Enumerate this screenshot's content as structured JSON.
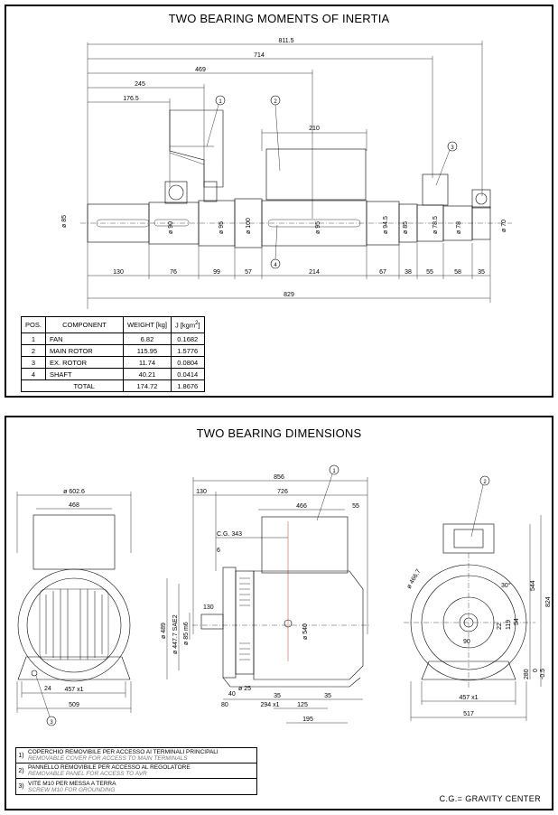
{
  "top_panel": {
    "title": "TWO BEARING MOMENTS OF INERTIA",
    "top_dims": [
      "811.5",
      "714",
      "469",
      "245",
      "176.5",
      "210"
    ],
    "diameters": [
      "ø 85",
      "ø 90",
      "ø 95",
      "ø 100",
      "ø 95",
      "ø 94.5",
      "ø 85",
      "ø 78.5",
      "ø 78",
      "ø 70"
    ],
    "bottom_dims": [
      "130",
      "76",
      "99",
      "57",
      "214",
      "67",
      "38",
      "55",
      "58",
      "35"
    ],
    "overall_length": "829",
    "callouts": [
      "1",
      "2",
      "3",
      "4"
    ],
    "table": {
      "headers": [
        "POS.",
        "COMPONENT",
        "WEIGHT [kg]",
        "J [kgm",
        "2",
        "]"
      ],
      "rows": [
        {
          "pos": "1",
          "component": "FAN",
          "weight": "6.82",
          "j": "0.1682"
        },
        {
          "pos": "2",
          "component": "MAIN ROTOR",
          "weight": "115.95",
          "j": "1.5776"
        },
        {
          "pos": "3",
          "component": "EX. ROTOR",
          "weight": "11.74",
          "j": "0.0804"
        },
        {
          "pos": "4",
          "component": "SHAFT",
          "weight": "40.21",
          "j": "0.0414"
        }
      ],
      "total": {
        "label": "TOTAL",
        "weight": "174.72",
        "j": "1.8676"
      }
    }
  },
  "bottom_panel": {
    "title": "TWO BEARING DIMENSIONS",
    "left_view": {
      "dia": "ø 602.6",
      "width_top": "468",
      "foot": "24",
      "holes": "457 x1",
      "base": "509"
    },
    "middle_view": {
      "top": [
        "856",
        "130",
        "726",
        "466",
        "55"
      ],
      "cg": "C.G. 343",
      "side": [
        "6",
        "130",
        "ø 489",
        "ø 447.7 SAE2",
        "ø 85 m6",
        "ø 540"
      ],
      "bottom": [
        "80",
        "ø 25",
        "294 x1",
        "35",
        "35",
        "125",
        "195",
        "40"
      ]
    },
    "right_view": {
      "dims": [
        "ø 466.7",
        "30°",
        "544",
        "824",
        "54",
        "22",
        "119",
        "90",
        "280",
        "0",
        "-0.5"
      ],
      "holes": "457 x1",
      "base": "517"
    },
    "callouts": [
      "1",
      "2",
      "3"
    ],
    "notes": [
      {
        "num": "1)",
        "it": "COPERCHIO REMOVIBILE PER ACCESSO AI TERMINALI PRINCIPALI",
        "en": "REMOVABLE COVER  FOR ACCESS TO MAIN TERMINALS"
      },
      {
        "num": "2)",
        "it": "PANNELLO REMOVIBILE PER ACCESSO AL REGOLATORE",
        "en": "REMOVABLE PANEL FOR ACCESS TO AVR"
      },
      {
        "num": "3)",
        "it": "VITE M10 PER MESSA A TERRA",
        "en": "SCREW M10 FOR GROUNDING"
      }
    ],
    "legend": "C.G.= GRAVITY CENTER"
  }
}
